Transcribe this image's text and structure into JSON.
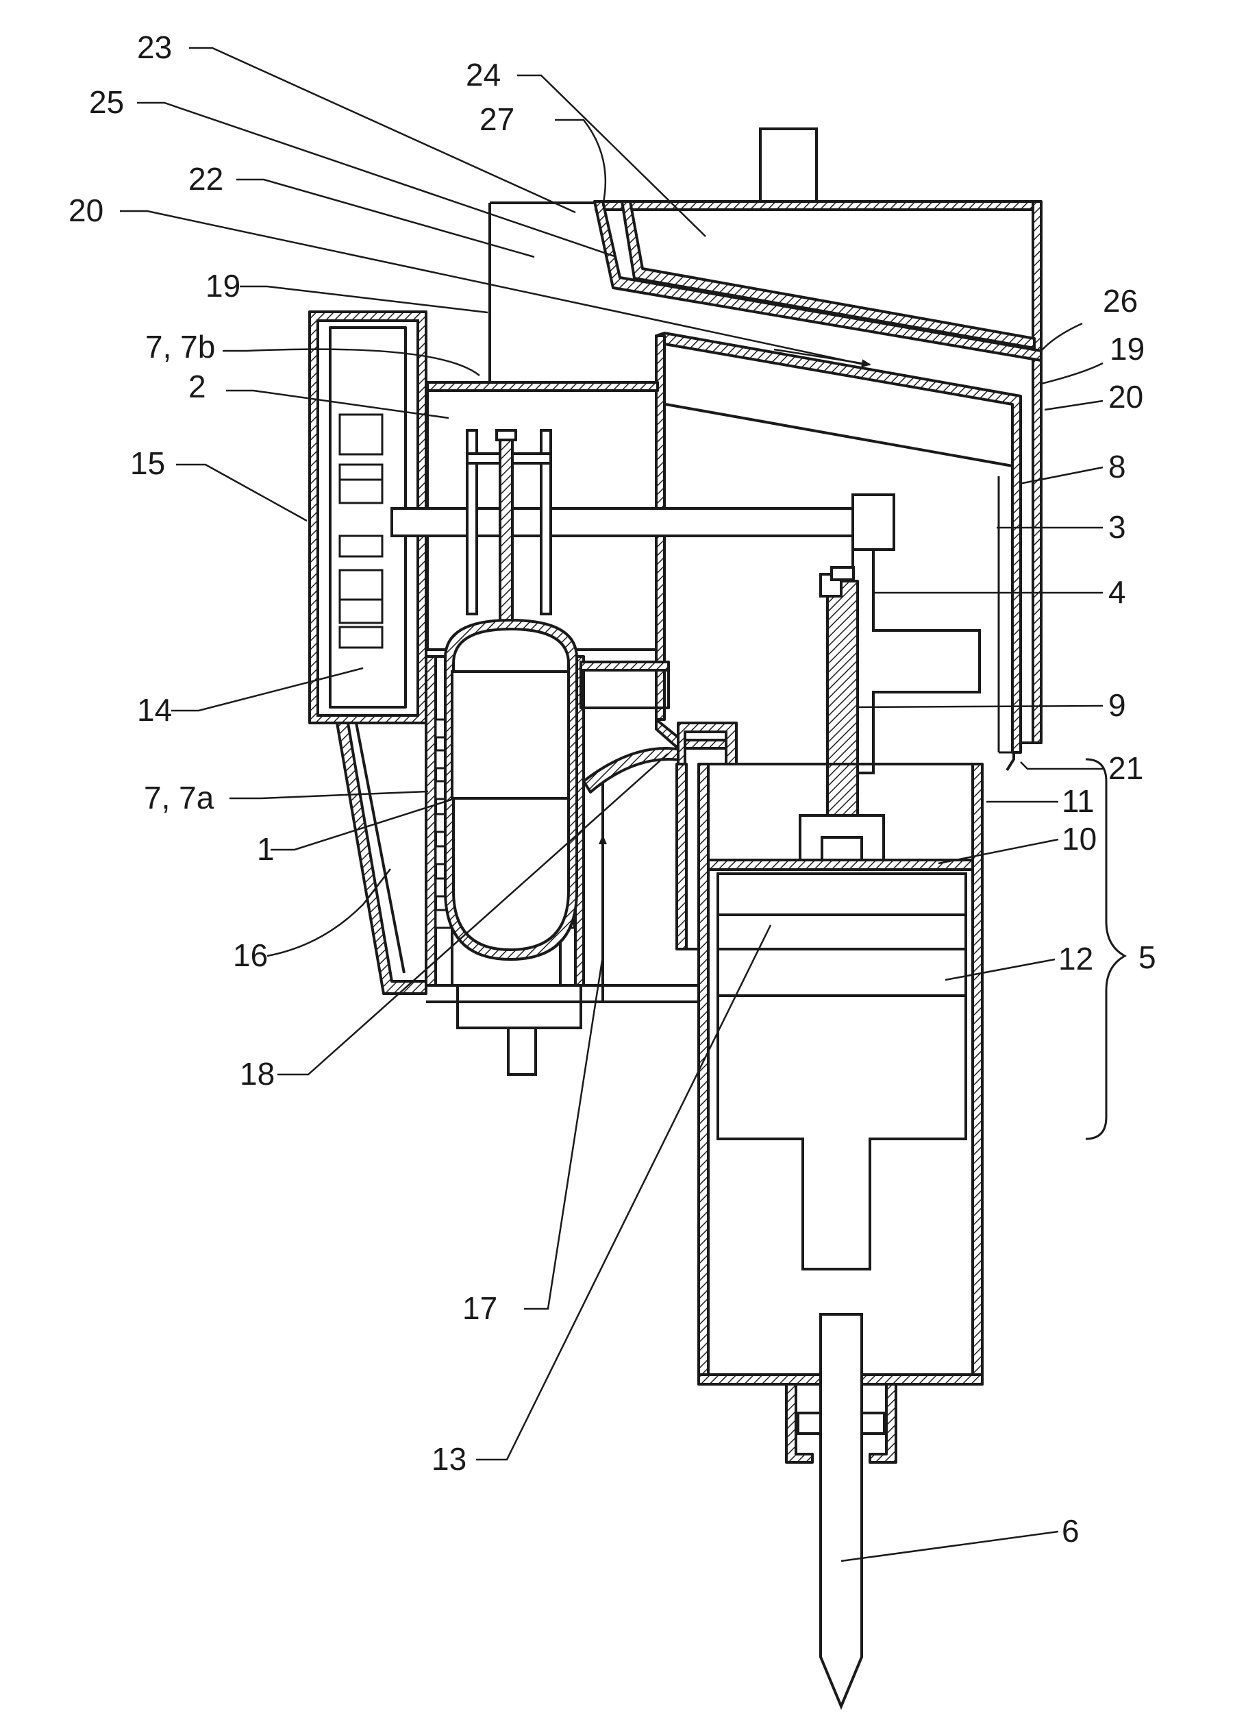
{
  "labels": {
    "l23": "23",
    "l24": "24",
    "l27": "27",
    "l25": "25",
    "l22": "22",
    "l20a": "20",
    "l19a": "19",
    "l26": "26",
    "l19b": "19",
    "l20b": "20",
    "l7b": "7, 7b",
    "l2": "2",
    "l8": "8",
    "l15": "15",
    "l3": "3",
    "l4": "4",
    "l14": "14",
    "l9": "9",
    "l21": "21",
    "l11": "11",
    "l7a": "7, 7a",
    "l10": "10",
    "l1": "1",
    "l16": "16",
    "l12": "12",
    "l5": "5",
    "l18": "18",
    "l17": "17",
    "l13": "13",
    "l6": "6"
  }
}
